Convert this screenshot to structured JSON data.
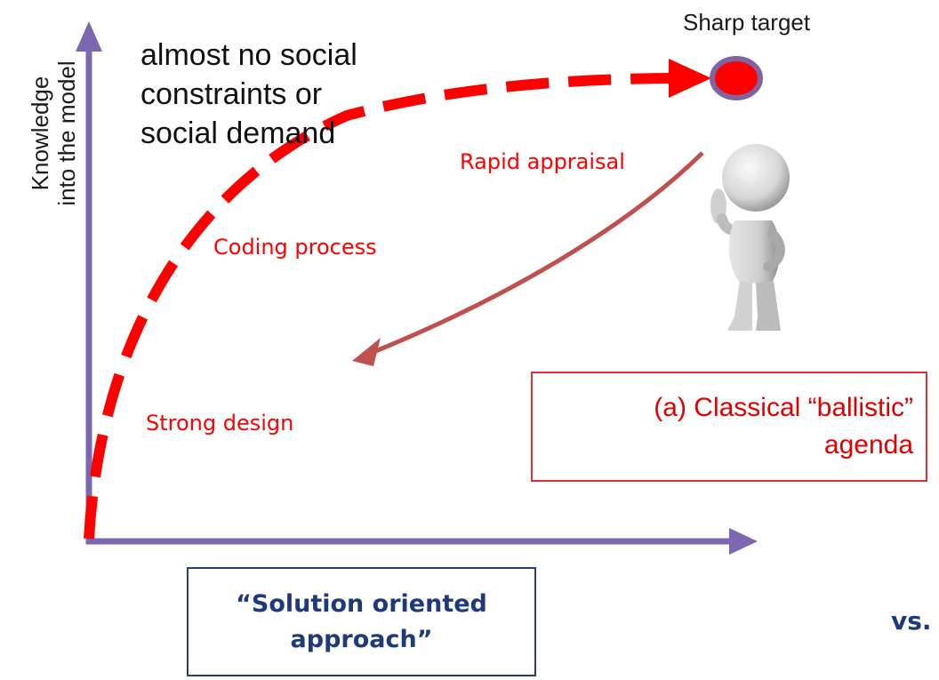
{
  "axes": {
    "y_label_line1": "Knowledge",
    "y_label_line2": "into the model"
  },
  "annotation": {
    "line1": "almost no social",
    "line2": "constraints or",
    "line3": "social demand"
  },
  "target": {
    "label": "Sharp target"
  },
  "labels": {
    "rapid_appraisal": "Rapid appraisal",
    "coding_process": "Coding process",
    "strong_design": "Strong design"
  },
  "box_classical": {
    "line1": "(a) Classical “ballistic”",
    "line2": "agenda"
  },
  "box_solution": {
    "line1": "“Solution oriented",
    "line2": "approach”"
  },
  "vs_text": "vs.",
  "colors": {
    "axis": "#7b68b0",
    "dashed_path": "#ff0000",
    "return_arrow": "#c0504d",
    "label_red": "#ff0000",
    "box_border_red": "#e03030",
    "navy_text": "#1f3a7a"
  }
}
